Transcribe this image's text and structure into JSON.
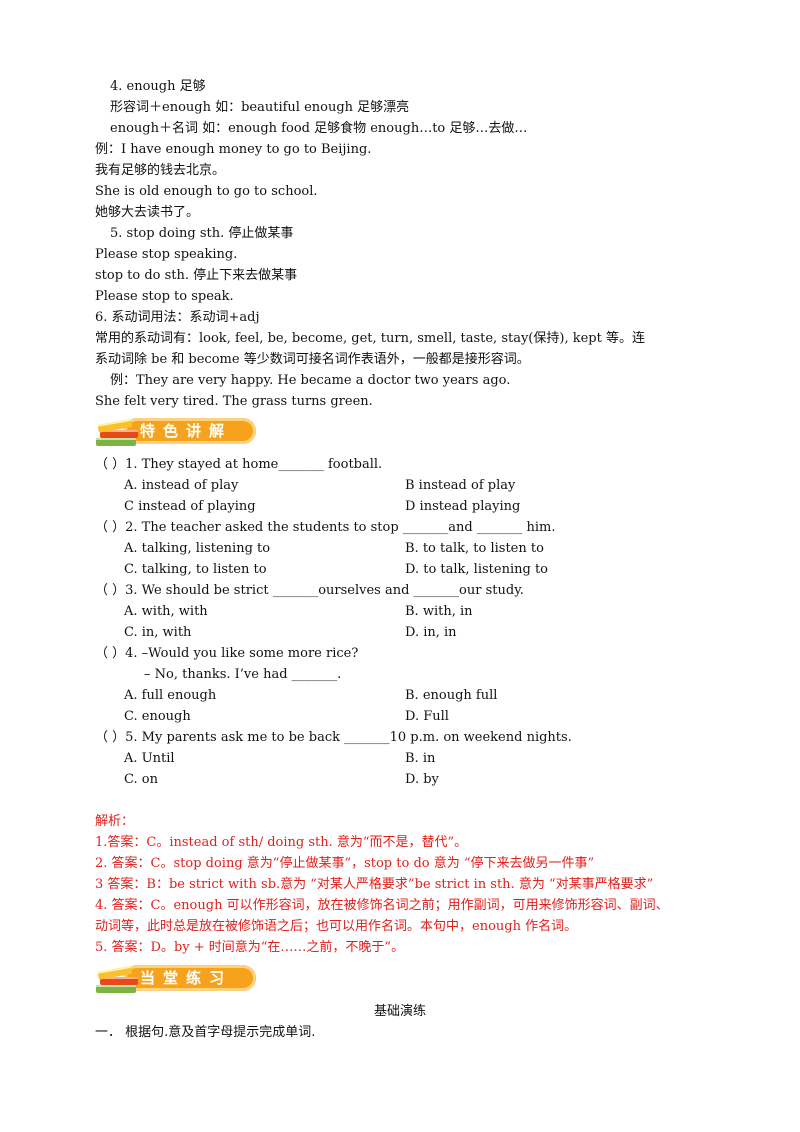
{
  "grammar": {
    "p4_heading": "4.   enough   足够",
    "p4_adj": "形容词＋enough       如：beautiful    enough    足够漂亮",
    "p4_noun": "enough＋名词    如：enough    food    足够食物             enough…to        足够…去做…",
    "p4_ex1_en": "例：I    have    enough    money    to    go    to    Beijing.",
    "p4_ex1_cn": "我有足够的钱去北京。",
    "p4_ex2_en": "She    is    old    enough    to    go    to    school.",
    "p4_ex2_cn": "她够大去读书了。",
    "p5_heading": "5. stop    doing    sth.    停止做某事",
    "p5_ex1": "Please    stop    speaking.",
    "p5_stop_to": "stop    to    do    sth.    停止下来去做某事",
    "p5_ex2": "Please    stop    to    speak.",
    "p6_heading": "6.   系动词用法：系动词+adj",
    "p6_common1": "常用的系动词有：look,   feel,   be,   become,   get,   turn,   smell,   taste,   stay(保持),   kept 等。连",
    "p6_common2": "系动词除 be 和 become 等少数词可接名词作表语外，一般都是接形容词。",
    "p6_ex1": "例：They    are    very    happy.               He    became    a    doctor    two    years    ago.",
    "p6_ex2": "She    felt    very    tired.                      The    grass    turns    green."
  },
  "section1": {
    "title": "特色讲解"
  },
  "questions": [
    {
      "stem": "（  ）1. They stayed at home_______ football.",
      "a": "A. instead of play",
      "b": "B instead of play",
      "c": "C instead of playing",
      "d": "D instead playing"
    },
    {
      "stem": "（  ）2. The teacher asked the students to stop _______and _______ him.",
      "a": "A. talking, listening to",
      "b": "B. to talk, to listen to",
      "c": "C. talking, to listen to",
      "d": "D. to talk, listening to"
    },
    {
      "stem": "（  ）3. We should be strict _______ourselves and _______our study.",
      "a": "A. with, with",
      "b": "B. with, in",
      "c": "C. in, with",
      "d": "D. in, in"
    },
    {
      "stem": "（  ）4. –Would you like some more rice?",
      "stem2": "– No, thanks. I’ve had _______.",
      "a": "A.  full enough",
      "b": "B. enough full",
      "c": "C. enough",
      "d": "D. Full"
    },
    {
      "stem": "（  ）5. My parents ask me to be back _______10 p.m. on weekend nights.",
      "a": "A. Until",
      "b": "B. in",
      "c": "C. on",
      "d": "D. by"
    }
  ],
  "analysis": {
    "label": "解析：",
    "a1": "1.答案：C。instead of sth/ doing sth.  意为“而不是，替代”。",
    "a2": "2.  答案：C。stop doing 意为“停止做某事”，stop to do 意为  “停下来去做另一件事”",
    "a3": "3  答案：B：be strict with sb.意为  “对某人严格要求”be strict in sth.  意为  “对某事严格要求”",
    "a4_1": "4.  答案：C。enough 可以作形容词，放在被修饰名词之前；用作副词，可用来修饰形容词、副词、",
    "a4_2": "动词等，此时总是放在被修饰语之后；也可以用作名词。本句中，enough 作名词。",
    "a5": "5.  答案：D。by +  时间意为“在……之前，不晚于”。"
  },
  "section2": {
    "title": "当堂练习"
  },
  "practice": {
    "center_title": "基础演练",
    "instruction": "一．   根据句.意及首字母提示完成单词."
  },
  "colors": {
    "answer_red": "#e0201c",
    "badge_orange": "#f7a21c"
  }
}
